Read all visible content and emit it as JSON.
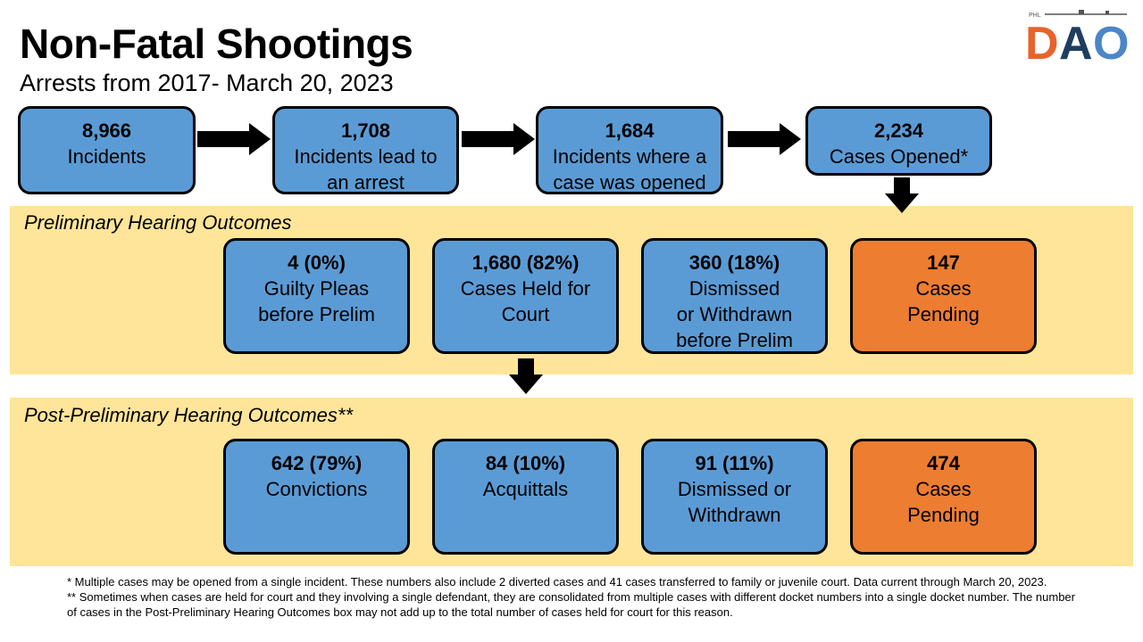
{
  "header": {
    "title": "Non-Fatal Shootings",
    "subtitle": "Arrests from 2017- March 20, 2023"
  },
  "logo": {
    "small_text": "PHL",
    "text": "DAO",
    "colors": {
      "d": "#e8632b",
      "a": "#1f3e5f",
      "o": "#4a86c8"
    }
  },
  "flow": [
    {
      "value": "8,966",
      "label": "Incidents"
    },
    {
      "value": "1,708",
      "label": "Incidents lead to\nan arrest"
    },
    {
      "value": "1,684",
      "label": "Incidents where a\ncase was opened"
    },
    {
      "value": "2,234",
      "label": "Cases Opened*"
    }
  ],
  "preliminary": {
    "title": "Preliminary Hearing Outcomes",
    "boxes": [
      {
        "value": "4 (0%)",
        "label": "Guilty Pleas\nbefore Prelim"
      },
      {
        "value": "1,680 (82%)",
        "label": "Cases Held for\nCourt"
      },
      {
        "value": "360 (18%)",
        "label": "Dismissed\nor Withdrawn\nbefore Prelim"
      },
      {
        "value": "147",
        "label": "Cases\nPending"
      }
    ]
  },
  "post_preliminary": {
    "title": "Post-Preliminary Hearing Outcomes**",
    "boxes": [
      {
        "value": "642 (79%)",
        "label": "Convictions"
      },
      {
        "value": "84 (10%)",
        "label": "Acquittals"
      },
      {
        "value": "91 (11%)",
        "label": "Dismissed or\nWithdrawn"
      },
      {
        "value": "474",
        "label": "Cases\nPending"
      }
    ]
  },
  "footnotes": {
    "note1": "* Multiple cases may be opened from a single incident. These numbers also include 2 diverted cases and 41 cases transferred to family or juvenile court. Data current through March 20, 2023.",
    "note2": "** Sometimes when cases are held for court and they involving a single defendant, they are consolidated from multiple cases with different docket numbers into a single docket number. The number of cases in the Post-Preliminary Hearing Outcomes box may not add up to the total number of cases held for court for this reason."
  },
  "colors": {
    "box_blue": "#5b9bd5",
    "box_orange": "#ed7d31",
    "band_yellow": "#ffe599"
  }
}
